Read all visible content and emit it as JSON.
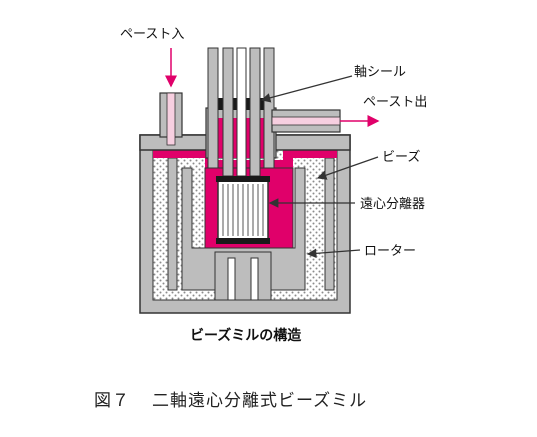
{
  "labels": {
    "paste_in": "ペースト入",
    "shaft_seal": "軸シール",
    "paste_out": "ペースト出",
    "beads": "ビーズ",
    "separator": "遠心分離器",
    "rotor": "ローター",
    "structure_title": "ビーズミルの構造"
  },
  "figure": {
    "number": "図７",
    "caption": "二軸遠心分離式ビーズミル"
  },
  "colors": {
    "magenta": "#e0006a",
    "pink_light": "#f7cfe0",
    "gray": "#bdbdbd",
    "dark": "#333333"
  }
}
